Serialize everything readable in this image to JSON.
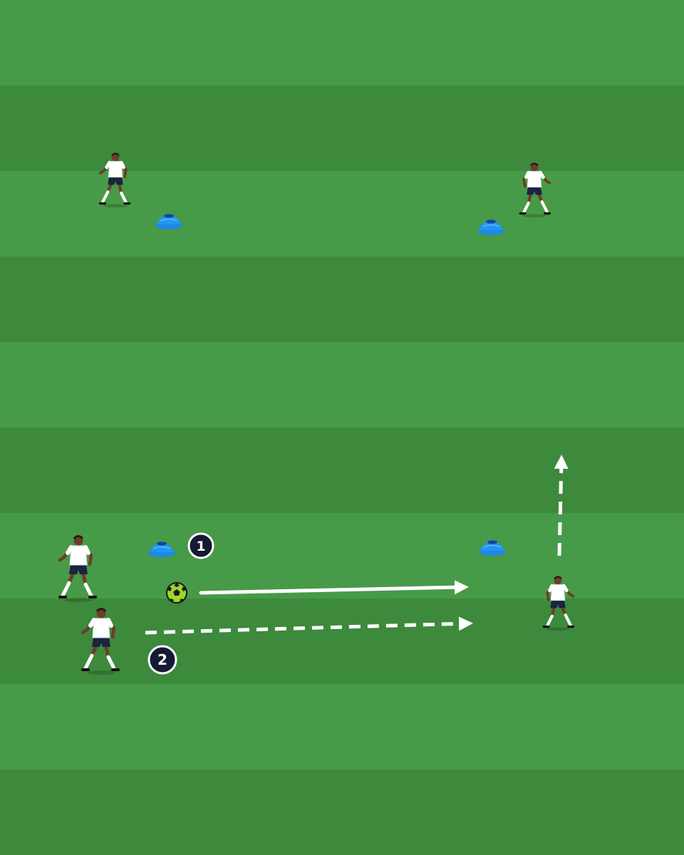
{
  "pitch": {
    "stripe_light": "#479a47",
    "stripe_dark": "#3d8a3c",
    "stripe_count": 10
  },
  "colors": {
    "cone": "#1e88e5",
    "cone_light": "#64b5f6",
    "arrow": "#ffffff",
    "badge_fill": "#141a33",
    "badge_stroke": "#ffffff",
    "shirt": "#ffffff",
    "shorts": "#1a2440",
    "skin": "#6b3e26",
    "ball": "#9bd62c"
  },
  "players": [
    {
      "name": "player-top-left"
    },
    {
      "name": "player-top-right"
    },
    {
      "name": "player-mid-left"
    },
    {
      "name": "player-bottom-left"
    },
    {
      "name": "player-right-receiver"
    }
  ],
  "cones": [
    {
      "name": "cone-top-left"
    },
    {
      "name": "cone-top-right"
    },
    {
      "name": "cone-bottom-left"
    },
    {
      "name": "cone-bottom-right"
    }
  ],
  "markers": [
    {
      "label": "1"
    },
    {
      "label": "2"
    }
  ],
  "movements": [
    {
      "name": "pass-arrow",
      "style": "solid"
    },
    {
      "name": "run-arrow",
      "style": "dashed"
    },
    {
      "name": "forward-run-arrow",
      "style": "dashed"
    }
  ],
  "ball": {
    "icon": "soccer-ball-icon"
  }
}
